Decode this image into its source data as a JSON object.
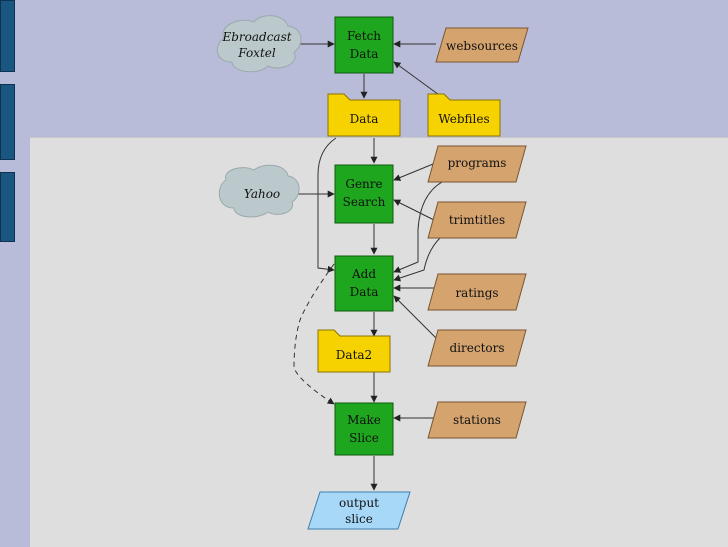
{
  "colors": {
    "background": "#b9bcd8",
    "content_pane": "#dedede",
    "process": "#1ea61e",
    "store": "#f6d200",
    "source": "#d4a36e",
    "output": "#a8d8f8",
    "cloud": "#bcc9cc",
    "side_tab": "#1a5780"
  },
  "clouds": [
    {
      "lines": [
        "Ebroadcast",
        "Foxtel"
      ]
    },
    {
      "lines": [
        "Yahoo"
      ]
    }
  ],
  "processes": [
    {
      "lines": [
        "Fetch",
        "Data"
      ]
    },
    {
      "lines": [
        "Genre",
        "Search"
      ]
    },
    {
      "lines": [
        "Add",
        "Data"
      ]
    },
    {
      "lines": [
        "Make",
        "Slice"
      ]
    }
  ],
  "stores": [
    {
      "label": "Data"
    },
    {
      "label": "Webfiles"
    },
    {
      "label": "Data2"
    }
  ],
  "sources": [
    {
      "label": "websources"
    },
    {
      "label": "programs"
    },
    {
      "label": "trimtitles"
    },
    {
      "label": "ratings"
    },
    {
      "label": "directors"
    },
    {
      "label": "stations"
    }
  ],
  "output": {
    "lines": [
      "output",
      "slice"
    ]
  }
}
